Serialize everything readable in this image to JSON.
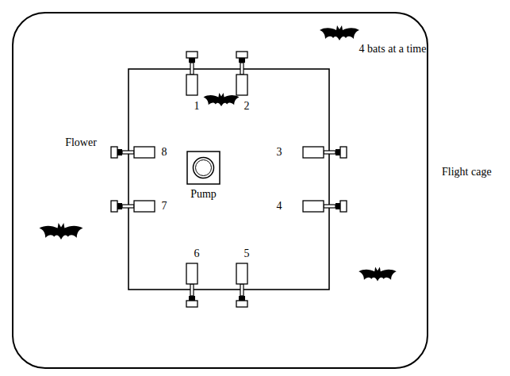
{
  "diagram": {
    "nodes": [
      {
        "text": [
          "Flight cage"
        ]
      },
      {
        "text": [
          "Pump"
        ],
        "in": 0
      }
    ],
    "labels": [
      "4 bats at a time",
      "Flower",
      "1",
      "2",
      "3",
      "4",
      "5",
      "6",
      "7",
      "8"
    ]
  }
}
